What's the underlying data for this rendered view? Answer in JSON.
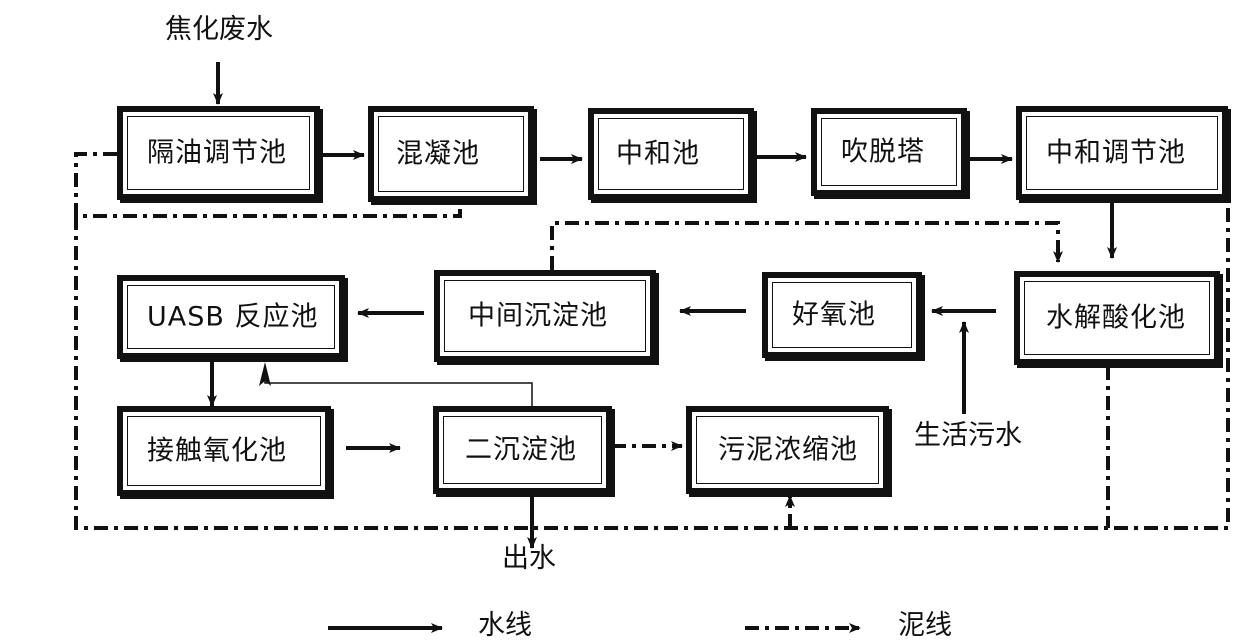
{
  "input_label": "焦化废水",
  "domestic_sewage_label": "生活污水",
  "outlet_label": "出水",
  "units": {
    "oil_separation_tank": "隔油调节池",
    "coagulation_tank": "混凝池",
    "neutralization_tank": "中和池",
    "stripping_tower": "吹脱塔",
    "neutralization_regulating_tank": "中和调节池",
    "uasb_reactor": "UASB 反应池",
    "intermediate_settling_tank": "中间沉淀池",
    "aerobic_tank": "好氧池",
    "hydrolysis_acidification_tank": "水解酸化池",
    "contact_oxidation_tank": "接触氧化池",
    "secondary_settling_tank": "二沉淀池",
    "sludge_thickening_tank": "污泥浓缩池"
  },
  "legend": {
    "water_line_label": "水线",
    "sludge_line_label": "泥线"
  }
}
